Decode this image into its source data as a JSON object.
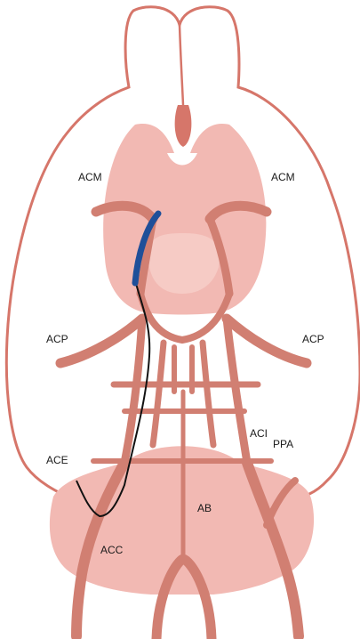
{
  "labels": {
    "acm_left": "ACM",
    "acm_right": "ACM",
    "acp_left": "ACP",
    "acp_right": "ACP",
    "aci": "ACI",
    "ppa": "PPA",
    "ace": "ACE",
    "ab": "AB",
    "acc": "ACC"
  },
  "colors": {
    "outline": "#d6766a",
    "brain_fill": "#ffffff",
    "tissue_fill": "#f2b9b3",
    "vessel": "#d17f72",
    "catheter": "#111111",
    "catheter_tip": "#1f4f99"
  }
}
